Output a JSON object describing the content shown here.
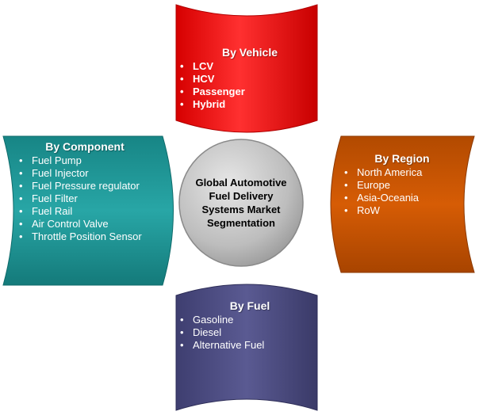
{
  "colors": {
    "vehicle": "#ff1a1a",
    "component": "#1f9a9a",
    "region": "#cc5500",
    "fuel": "#4d4d82",
    "center": "#bfbfbf"
  },
  "center": {
    "title": "Global Automotive Fuel Delivery Systems Market Segmentation"
  },
  "vehicle": {
    "title": "By Vehicle",
    "items": [
      "LCV",
      "HCV",
      "Passenger",
      "Hybrid"
    ]
  },
  "component": {
    "title": "By Component",
    "items": [
      "Fuel Pump",
      "Fuel Injector",
      "Fuel Pressure regulator",
      "Fuel Filter",
      "Fuel Rail",
      "Air Control Valve",
      "Throttle Position Sensor"
    ]
  },
  "region": {
    "title": "By Region",
    "items": [
      "North America",
      "Europe",
      "Asia-Oceania",
      "RoW"
    ]
  },
  "fuel": {
    "title": "By Fuel",
    "items": [
      "Gasoline",
      "Diesel",
      "Alternative Fuel"
    ]
  }
}
